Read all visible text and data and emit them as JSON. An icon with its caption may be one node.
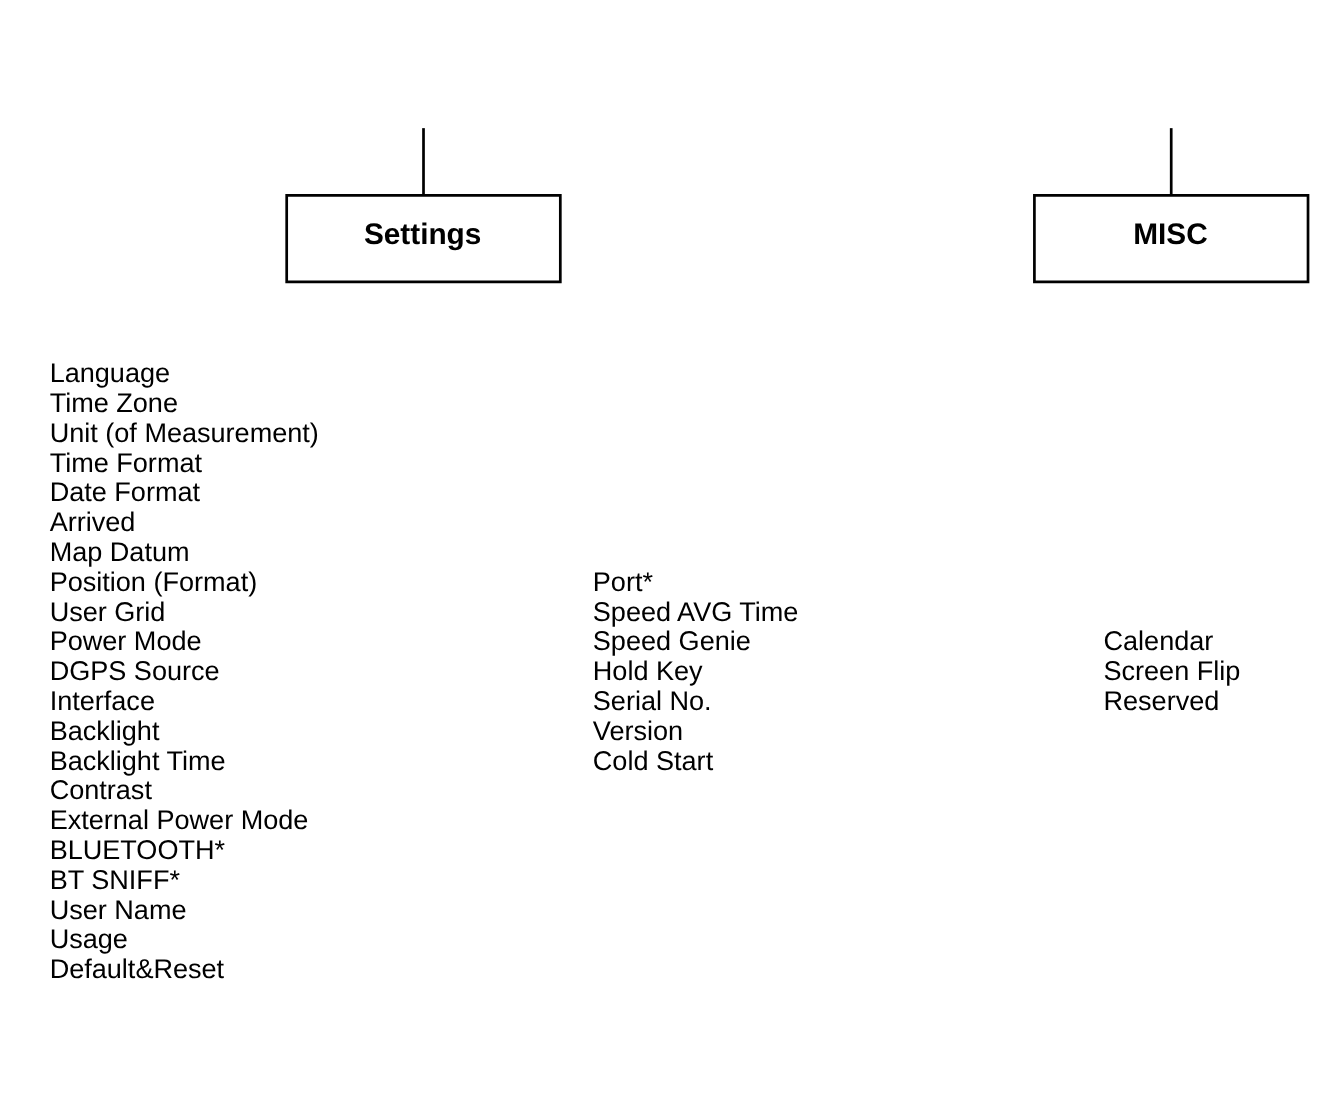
{
  "diagram": {
    "nodes": [
      {
        "text": [
          "Settings"
        ],
        "beside": [
          "Language",
          "Time Zone",
          "Unit (of Measurement)",
          "Time Format",
          "Date Format",
          "Arrived",
          "Map Datum",
          "Position (Format)",
          "User Grid",
          "Power Mode",
          "DGPS Source",
          "Interface",
          "Backlight",
          "Backlight Time",
          "Contrast",
          "External Power Mode",
          "BLUETOOTH*",
          "BT SNIFF*",
          "User Name",
          "Usage",
          "Default&Reset",
          "Port*",
          "Speed AVG Time",
          "Speed Genie",
          "Hold Key",
          "Serial No.",
          "Version",
          "Cold Start"
        ]
      },
      {
        "text": [
          "MISC"
        ],
        "beside": [
          "Calendar",
          "Screen Flip",
          "Reserved"
        ]
      }
    ],
    "edges": [
      {
        "from": null,
        "to": 0,
        "arrow": "none"
      },
      {
        "from": null,
        "to": 1,
        "arrow": "none"
      }
    ]
  }
}
